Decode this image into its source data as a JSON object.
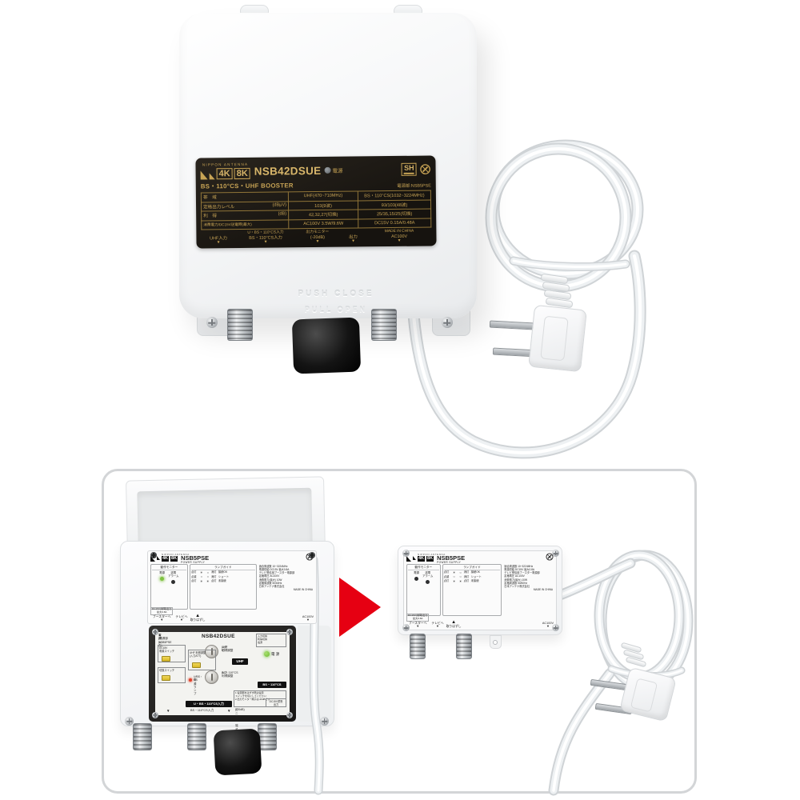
{
  "colors": {
    "label_bg": "#16130f",
    "label_gold": "#c8a455",
    "arrow_red": "#e60012",
    "led_green": "#7fc241",
    "led_red": "#e0432c",
    "switch_yellow": "#d9b928",
    "case_white": "#f6f7f8"
  },
  "icons": {
    "down": "▼",
    "up": "▲",
    "sun": "☀",
    "circle": "○"
  },
  "top_device": {
    "brand": "NIPPON ANTENNA",
    "logo_4k": "4K",
    "logo_8k": "8K",
    "model": "NSB42DSUE",
    "power_led_label": "電源",
    "subtitle": "BS・110°CS・UHF BOOSTER",
    "power_unit_label": "電源部:NSB5PSE",
    "sh_mark": "SH",
    "spec_rows": [
      {
        "name": "帯　域",
        "unit": "",
        "uhf": "UHF(470~710MHz)",
        "bs": "BS・110°CS(1032~3224MHz)"
      },
      {
        "name": "定格出力レベル",
        "unit": "(dBμV)",
        "uhf": "103(9波)",
        "bs": "93/103(48波)"
      },
      {
        "name": "利　得",
        "unit": "(dB)",
        "uhf": "42,32,27(切換)",
        "bs": "25/35,15/25(切換)"
      },
      {
        "name": "消費電力/DC15V送電時(最大)",
        "unit": "",
        "uhf": "AC100V 3.5W/9.6W",
        "bs": "DC15V 0.15A/0.48A"
      }
    ],
    "ports": [
      {
        "top": "",
        "bottom": "UHF入力"
      },
      {
        "top": "U・BS・110°CS入力",
        "bottom": "BS・110°CS入力"
      },
      {
        "top": "出力モニター",
        "bottom": "(-20dB)"
      },
      {
        "top": "",
        "bottom": "出力"
      },
      {
        "top": "MADE IN CHINA",
        "bottom": "AC100V"
      }
    ],
    "case_push": "PUSH CLOSE",
    "case_pull": "PULL OPEN"
  },
  "psu": {
    "brand": "NIPPON ANTENNA",
    "logo_4k": "4K",
    "logo_8k": "8K",
    "model": "NSB5PSE",
    "subtitle": "POWER SUPPLY",
    "monitor_title": "動作モニター",
    "led1_label": "電源",
    "led2_label_a": "送電",
    "led2_label_b": "アラーム",
    "guide_title": "ランプガイド",
    "guide_rows": [
      {
        "l": "点灯",
        "li": "☀",
        "ri": "○",
        "r": "消灯",
        "s": "接続OK"
      },
      {
        "l": "点滅",
        "li": "○",
        "ri": "○",
        "r": "消灯",
        "s": "ショート"
      },
      {
        "l": "点灯",
        "li": "☀",
        "ri": "☀",
        "r": "点灯",
        "s": "未接続"
      }
    ],
    "info_lines": [
      "適合周波数 10~3224MHz",
      "電源供給 DC15V 最大0.8A",
      "テレビ受信用ブースター電源部",
      "定格電圧 AC100V",
      "消費電力(最大) 10W",
      "定格周波数 50/60Hz",
      "日本アンテナ株式会社",
      "MADE IN CHINA"
    ],
    "dc_line1": "DC15V(常時)出力",
    "dc_line2": "最大0.8A",
    "port_booster": "ブースターへ",
    "port_tv": "テレビへ",
    "remove_label": "取りはずし",
    "ac_label": "AC100V"
  },
  "inner_unit": {
    "model": "NSB42DSUE",
    "power_in": "電源入力",
    "power_in_sub": "(電源部NSB5PSEへ)",
    "legend_lines": [
      "入力切換",
      "利得切換",
      "電源"
    ],
    "knob1_top": "入力",
    "knob1_name": "UHF",
    "knob1_adj": "利得調整",
    "knob_off": "切",
    "badge_uhf": "UHF",
    "led_power_label": "電 源",
    "knob2_top": "入力",
    "knob2_name": "BS・110°CS",
    "knob2_adj": "利得調整",
    "badge_bs": "BS・110°CS",
    "sw1_line1": "DC15V",
    "sw1_line2": "電源スイッチ",
    "sw2_line1": "UHF",
    "sw2_line2": "利得調整",
    "sw2_line3": "(入力ATT)",
    "sw3_label": "切換スイッチ",
    "led2_line1": "U/BS・CS",
    "led2_line2": "電源ランプ",
    "note_lines": [
      "1.電源部をはずす際は電源",
      "スイッチを切にしてください",
      "2.出力モニター端子は",
      "-20dBです"
    ],
    "badge_input": "U・BS・110°CS入力",
    "input2_label": "BS・110°CS入力",
    "monitor_line1": "モニター端子",
    "monitor_line2": "(-20dB)",
    "dcout_line1": "DC15V重畳",
    "dcout_line2": "出力"
  }
}
